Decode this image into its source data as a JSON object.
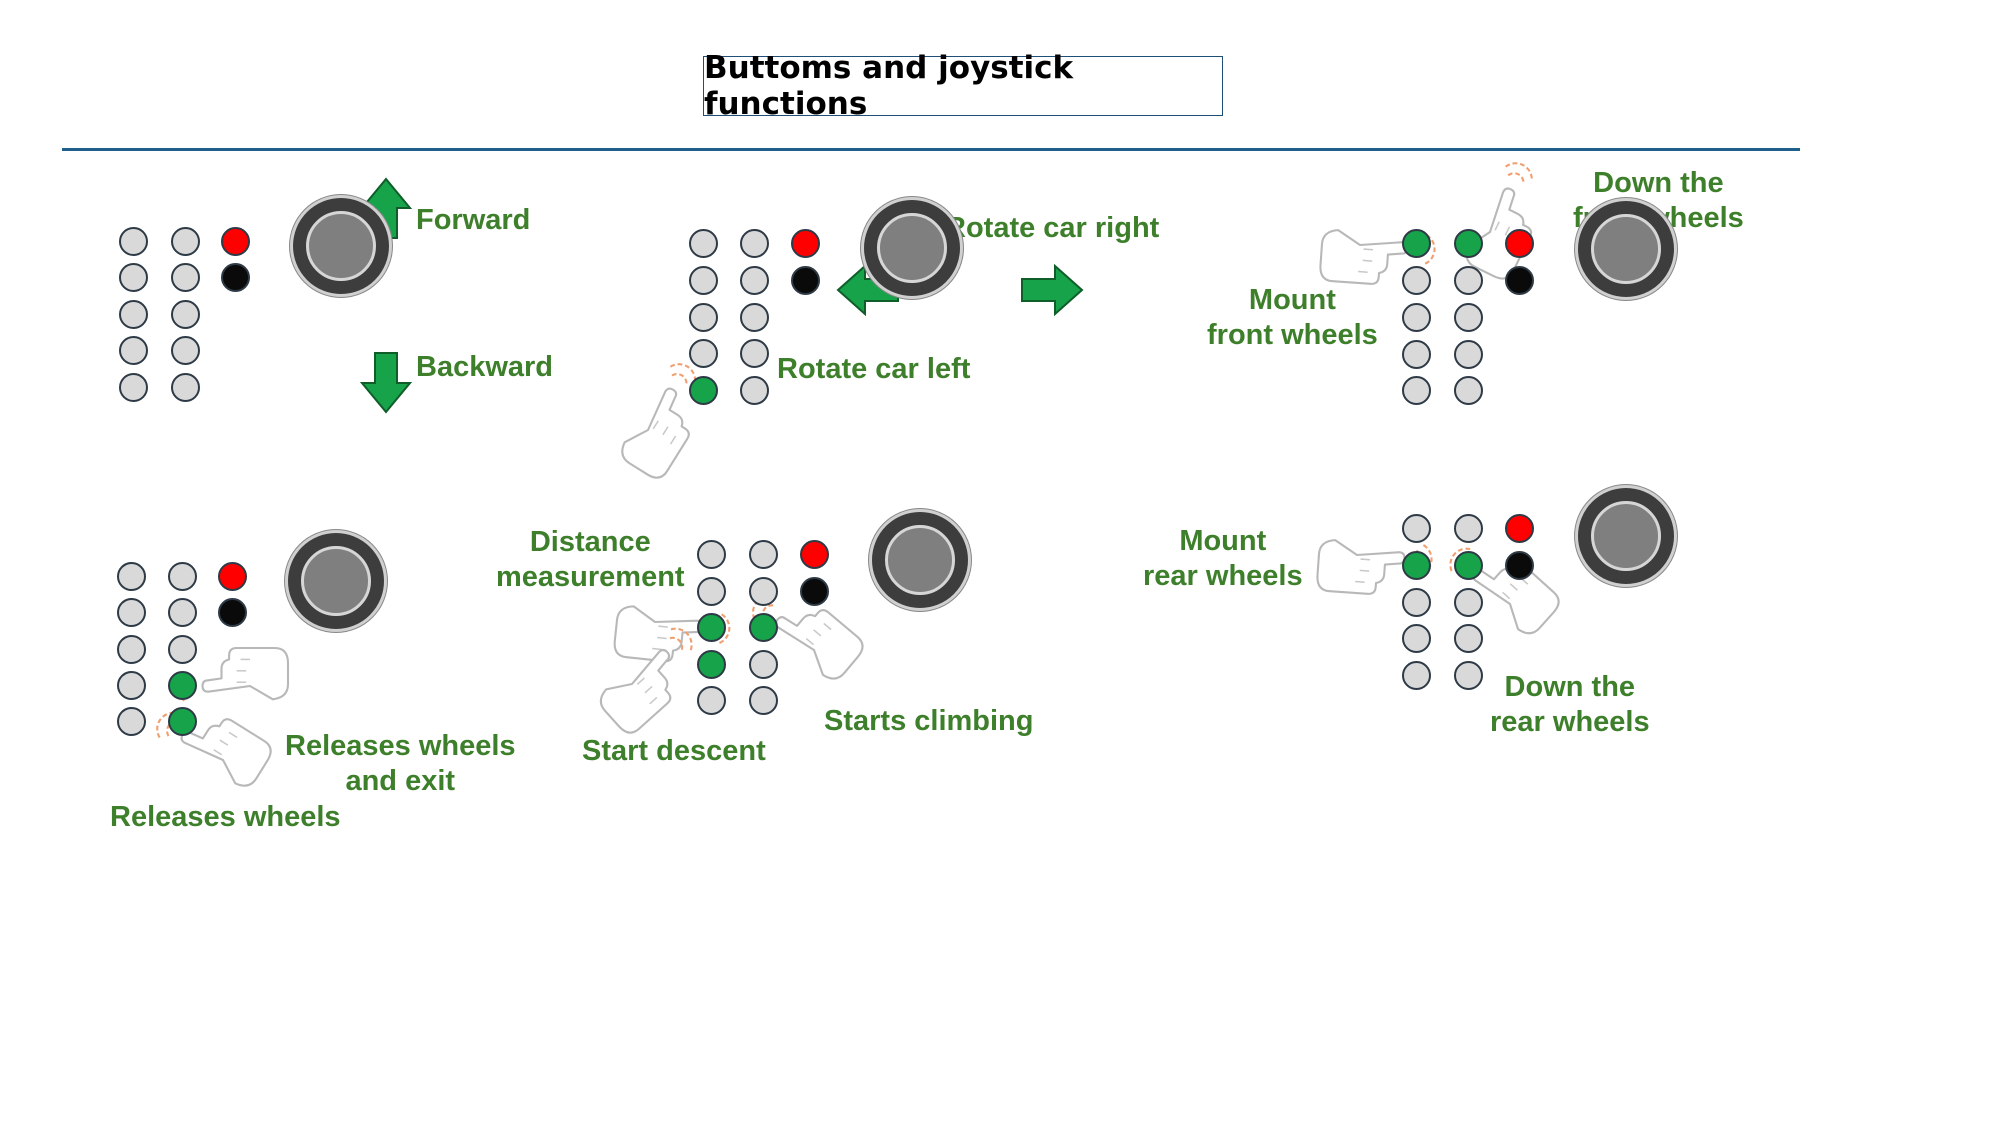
{
  "title": "Buttoms and joystick functions",
  "colors": {
    "label_green": "#3d7f2a",
    "button_grey": "#d9d9d9",
    "button_red": "#ff0000",
    "button_black": "#0a0a0a",
    "button_green": "#17a34a",
    "button_blue": "#4a8fd9",
    "arrow_green": "#16a34a",
    "rule_blue": "#1f5f8b"
  },
  "panels": [
    {
      "id": "drive",
      "labels": [
        "Forward",
        "Backward"
      ],
      "pressed": [],
      "icons": [
        "arrow-up-icon",
        "arrow-down-icon"
      ]
    },
    {
      "id": "rotate",
      "labels": [
        "Rotate car right",
        "Rotate car left"
      ],
      "pressed": [
        "col1-row5"
      ],
      "icons": [
        "arrow-left-icon",
        "arrow-right-icon",
        "hand-press-icon"
      ]
    },
    {
      "id": "front-wheels",
      "labels": [
        "Down the\nfront wheels",
        "Mount\nfront wheels"
      ],
      "pressed": [
        "col1-row1",
        "col2-row1"
      ],
      "icons": [
        "hand-press-icon",
        "hand-press-icon"
      ]
    },
    {
      "id": "release",
      "labels": [
        "Releases wheels\nand exit",
        "Releases wheels"
      ],
      "pressed": [
        "col2-row4",
        "col2-row5"
      ],
      "icons": [
        "hand-press-icon",
        "hand-press-icon"
      ]
    },
    {
      "id": "climb",
      "labels": [
        "Distance\nmeasurement",
        "Start descent",
        "Starts climbing"
      ],
      "pressed": [
        "col1-row3",
        "col1-row4",
        "col2-row3"
      ],
      "icons": [
        "hand-press-icon",
        "hand-press-icon",
        "hand-press-icon"
      ]
    },
    {
      "id": "rear-wheels",
      "labels": [
        "Mount\nrear wheels",
        "Down the\nrear wheels"
      ],
      "pressed": [
        "col1-row2",
        "col2-row2"
      ],
      "icons": [
        "hand-press-icon",
        "hand-press-icon"
      ]
    }
  ]
}
